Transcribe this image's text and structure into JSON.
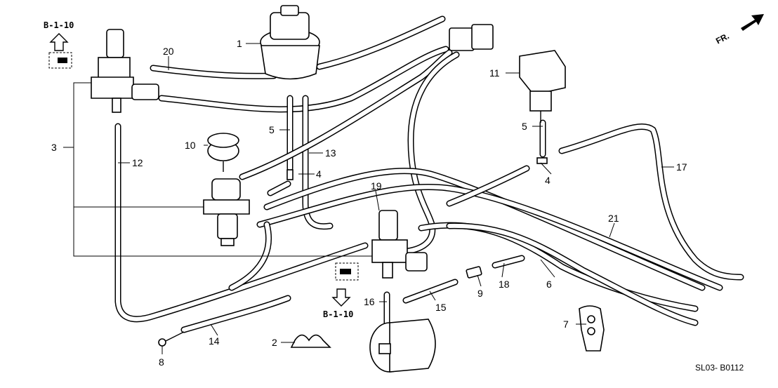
{
  "labels": {
    "p1": "1",
    "p2": "2",
    "p3": "3",
    "p4a": "4",
    "p4b": "4",
    "p5a": "5",
    "p5b": "5",
    "p6": "6",
    "p7": "7",
    "p8": "8",
    "p9": "9",
    "p10": "10",
    "p11": "11",
    "p12": "12",
    "p13": "13",
    "p14": "14",
    "p15": "15",
    "p16": "16",
    "p17": "17",
    "p18": "18",
    "p19": "19",
    "p20": "20",
    "p21": "21"
  },
  "refs": {
    "top": "B-1-10",
    "bottom": "B-1-10"
  },
  "direction": "FR.",
  "diagram_code": "SL03- B0112"
}
